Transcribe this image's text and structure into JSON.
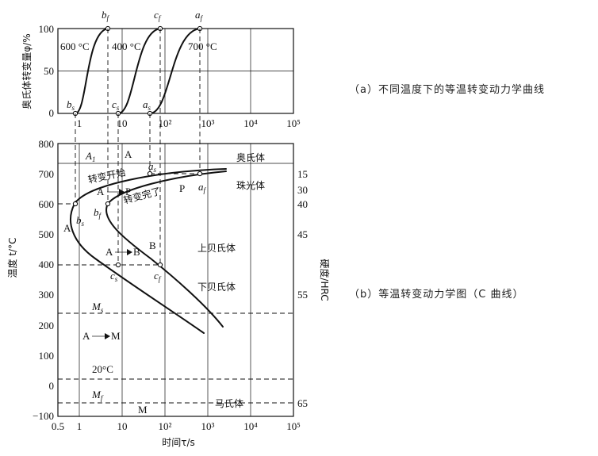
{
  "captions": {
    "a": "（a）不同温度下的等温转变动力学曲线",
    "b": "（b）等温转变动力学图（C 曲线）"
  },
  "top": {
    "ylabel": "奥氏体转变量φ/%",
    "y_ticks": [
      "100",
      "50",
      "0"
    ],
    "x_ticks": [
      "1",
      "10",
      "10²",
      "10³",
      "10⁴",
      "10⁵"
    ],
    "curve_labels": [
      {
        "text": "600 °C",
        "label_top": "b",
        "sub": "f",
        "label_bottom": "b",
        "sub_bottom": "s"
      },
      {
        "text": "400 °C",
        "label_top": "c",
        "sub": "f",
        "label_bottom": "c",
        "sub_bottom": "s"
      },
      {
        "text": "700 °C",
        "label_top": "a",
        "sub": "f",
        "label_bottom": "a",
        "sub_bottom": "s"
      }
    ]
  },
  "bottom": {
    "ylabel": "温度 t/°C",
    "xlabel": "时间τ/s",
    "right_label": "硬度/HRC",
    "y_ticks": [
      "800",
      "700",
      "600",
      "500",
      "400",
      "300",
      "200",
      "100",
      "0",
      "−100"
    ],
    "x_ticks": [
      "0.5",
      "1",
      "10",
      "10²",
      "10³",
      "10⁴",
      "10⁵"
    ],
    "hrc_ticks": [
      "15",
      "30",
      "40",
      "45",
      "55",
      "65"
    ],
    "regions": {
      "a1": "A",
      "a1_sub": "1",
      "A": "A",
      "austenite": "奥氏体",
      "pearlite": "珠光体",
      "upper_bainite": "上贝氏体",
      "lower_bainite": "下贝氏体",
      "martensite": "马氏体",
      "start": "转变开始",
      "finish": "转变完了",
      "AP": "A",
      "AP_to": "P",
      "P": "P",
      "A_left": "A",
      "B": "B",
      "AB": "A",
      "AB_to": "B",
      "AM": "A",
      "AM_to": "M",
      "M": "M",
      "ms": "M",
      "ms_sub": "s",
      "mf": "M",
      "mf_sub": "f",
      "t20": "20°C"
    },
    "points": {
      "as_top": "a",
      "as_sub": "s",
      "af": "a",
      "af_sub": "f",
      "bs": "b",
      "bs_sub": "s",
      "bf": "b",
      "bf_sub": "f",
      "cs": "c",
      "cs_sub": "s",
      "cf": "c",
      "cf_sub": "f"
    }
  }
}
